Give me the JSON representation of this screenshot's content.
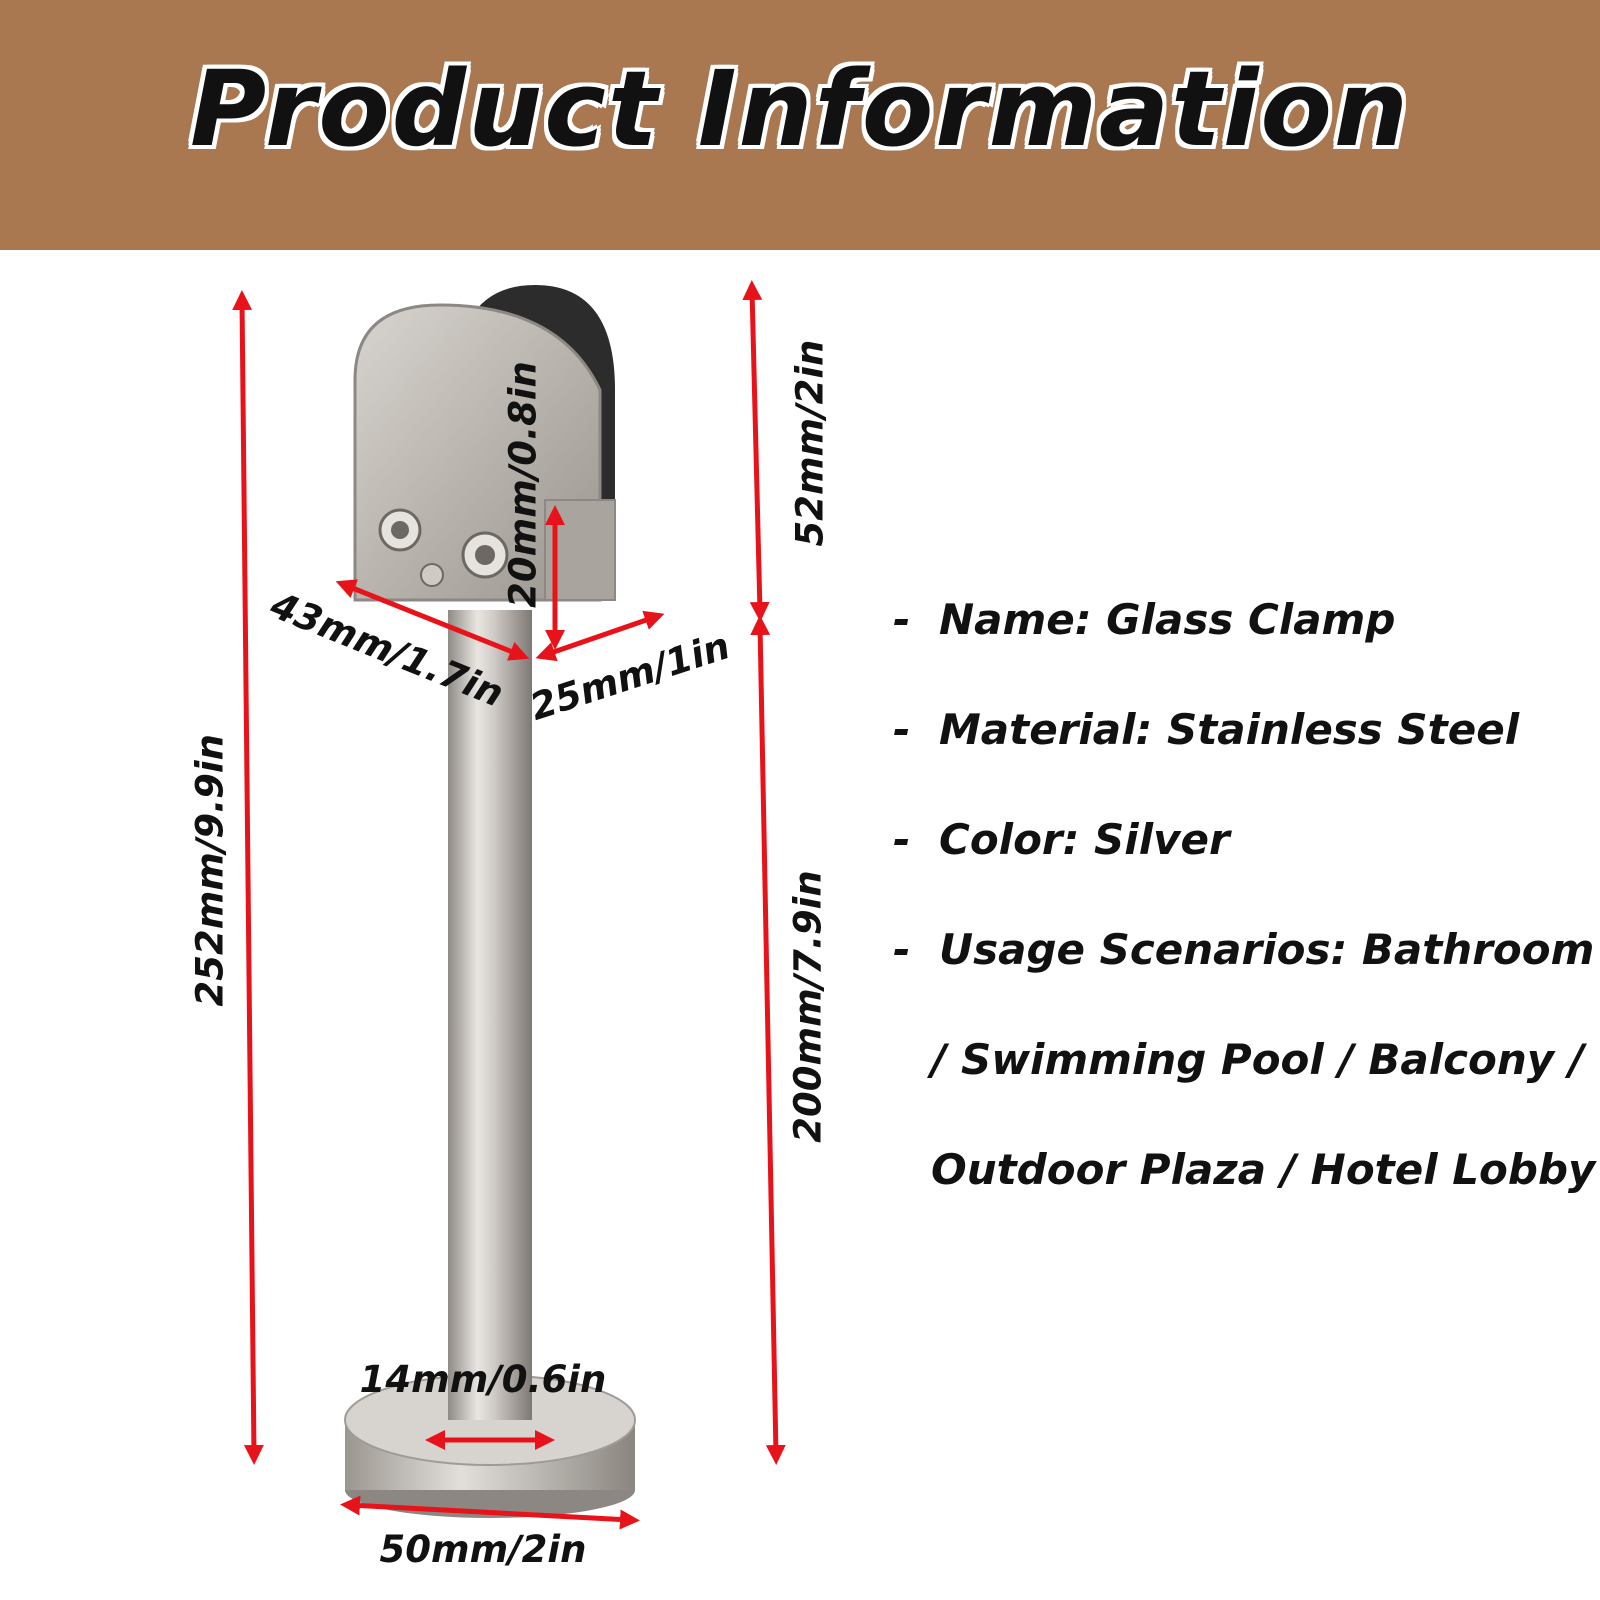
{
  "banner": {
    "title": "Product Information",
    "color": "#a97851"
  },
  "dimensions": {
    "total_height": "252mm/9.9in",
    "clamp_height": "52mm/2in",
    "post_height": "200mm/7.9in",
    "clamp_depth": "43mm/1.7in",
    "clamp_width": "25mm/1in",
    "glass_slot": "20mm/0.8in",
    "post_diameter": "14mm/0.6in",
    "base_diameter": "50mm/2in"
  },
  "specs": {
    "dash": "-",
    "name": "Name: Glass Clamp",
    "material": "Material: Stainless Steel",
    "color": "Color: Silver",
    "usage_line1": "Usage Scenarios: Bathroom",
    "usage_line2": "/ Swimming Pool / Balcony /",
    "usage_line3": "Outdoor Plaza / Hotel Lobby"
  },
  "colors": {
    "arrow": "#e8131a",
    "steel": "#bdb8b2",
    "rubber": "#2c2c2c"
  }
}
